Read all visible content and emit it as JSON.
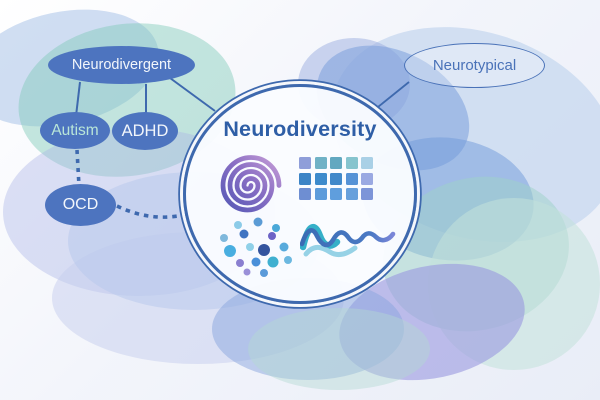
{
  "diagram": {
    "title": "Neurodiversity",
    "center_label": "Neurodiversity",
    "nodes": {
      "neurodivergent": "Neurodivergent",
      "autism": "Autism",
      "adhd": "ADHD",
      "ocd": "OCD",
      "neurotypical": "Neurotypical"
    },
    "icons": [
      "spiral-icon",
      "grid-icon",
      "dots-icon",
      "waves-icon"
    ],
    "colors": {
      "node_fill": "#4d74bf",
      "node_text": "#f2f6fb",
      "autism_text": "#b9e6d8",
      "outline_node_border": "#4a72b8",
      "center_title": "#2e5ea6",
      "connector_line": "#3e69ae",
      "center_fill": "#fafcff",
      "spiral_gradient": [
        "#5558b6",
        "#8a6fc4",
        "#c89fd8"
      ],
      "wave_teal": "#35b0c8",
      "wave_light": "#96d2e6",
      "wave_dark": "#3a6cb4",
      "wave_dark_end": "#7b86d8",
      "blob_teal": "#7ec9b8",
      "blob_blue": "#7fa2dc",
      "blob_lavender": "#aab3e6",
      "blob_purple": "#9a98e0",
      "blob_lightblue": "#c9daf0"
    }
  }
}
